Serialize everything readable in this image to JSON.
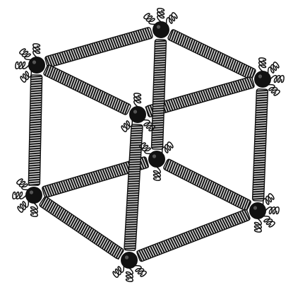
{
  "diagram": {
    "nodes": [
      {
        "id": "back-top-left"
      },
      {
        "id": "back-top-right"
      },
      {
        "id": "front-top-left"
      },
      {
        "id": "front-top-right"
      },
      {
        "id": "back-bottom-left"
      },
      {
        "id": "back-bottom-right"
      },
      {
        "id": "front-bottom-left"
      },
      {
        "id": "front-bottom-right"
      }
    ],
    "springs": [
      {
        "from": "front-top-left",
        "to": "back-top-left"
      },
      {
        "from": "back-top-left",
        "to": "back-top-right"
      },
      {
        "from": "back-top-right",
        "to": "front-top-right"
      },
      {
        "from": "front-top-left",
        "to": "front-top-right"
      },
      {
        "from": "front-bottom-left",
        "to": "back-bottom-left"
      },
      {
        "from": "back-bottom-left",
        "to": "back-bottom-right"
      },
      {
        "from": "back-bottom-right",
        "to": "front-bottom-right"
      },
      {
        "from": "front-bottom-left",
        "to": "front-bottom-right"
      },
      {
        "from": "front-top-left",
        "to": "front-bottom-left"
      },
      {
        "from": "back-top-left",
        "to": "back-bottom-left"
      },
      {
        "from": "back-top-right",
        "to": "back-bottom-right"
      },
      {
        "from": "front-top-right",
        "to": "front-bottom-right"
      }
    ],
    "colors": {
      "ink": "#111111",
      "paper": "#ffffff",
      "spring_highlight": "#d8d8d8"
    }
  }
}
